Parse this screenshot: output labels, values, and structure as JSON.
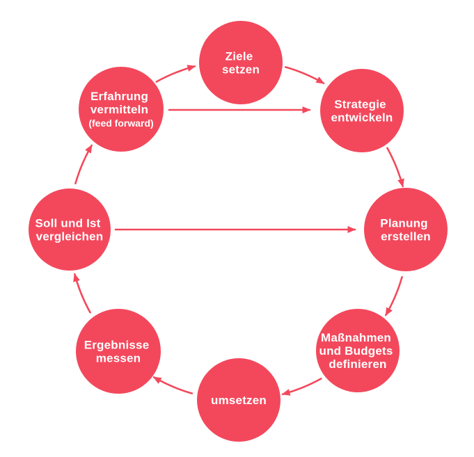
{
  "diagram": {
    "type": "cycle",
    "language": "de",
    "background_color": "#ffffff",
    "accent_color": "#f3485c",
    "text_color": "#ffffff",
    "nodes": [
      {
        "id": "ziele-setzen",
        "label": "Ziele setzen",
        "lines": [
          "Ziele",
          "setzen"
        ]
      },
      {
        "id": "strategie-entwickeln",
        "label": "Strategie entwickeln",
        "lines": [
          "Strategie",
          "entwickeln"
        ]
      },
      {
        "id": "planung-erstellen",
        "label": "Planung erstellen",
        "lines": [
          "Planung",
          "erstellen"
        ]
      },
      {
        "id": "massnahmen-und-budgets-definieren",
        "label": "Maßnahmen und Budgets definieren",
        "lines": [
          "Maßnahmen",
          "und Budgets",
          "definieren"
        ]
      },
      {
        "id": "umsetzen",
        "label": "umsetzen",
        "lines": [
          "umsetzen"
        ]
      },
      {
        "id": "ergebnisse-messen",
        "label": "Ergebnisse messen",
        "lines": [
          "Ergebnisse",
          "messen"
        ]
      },
      {
        "id": "soll-und-ist-vergleichen",
        "label": "Soll und Ist vergleichen",
        "lines": [
          "Soll und Ist",
          "vergleichen"
        ]
      },
      {
        "id": "erfahrung-vermitteln",
        "label": "Erfahrung vermitteln (feed forward)",
        "lines": [
          "Erfahrung",
          "vermitteln",
          "(feed forward)"
        ]
      }
    ],
    "connections": [
      {
        "from": "Ziele setzen",
        "to": "Strategie entwickeln",
        "style": "curved"
      },
      {
        "from": "Strategie entwickeln",
        "to": "Planung erstellen",
        "style": "curved"
      },
      {
        "from": "Planung erstellen",
        "to": "Maßnahmen und Budgets definieren",
        "style": "curved"
      },
      {
        "from": "Maßnahmen und Budgets definieren",
        "to": "umsetzen",
        "style": "curved"
      },
      {
        "from": "umsetzen",
        "to": "Ergebnisse messen",
        "style": "curved"
      },
      {
        "from": "Ergebnisse messen",
        "to": "Soll und Ist vergleichen",
        "style": "curved"
      },
      {
        "from": "Soll und Ist vergleichen",
        "to": "Erfahrung vermitteln (feed forward)",
        "style": "curved"
      },
      {
        "from": "Erfahrung vermitteln (feed forward)",
        "to": "Ziele setzen",
        "style": "curved"
      },
      {
        "from": "Erfahrung vermitteln (feed forward)",
        "to": "Strategie entwickeln",
        "style": "straight"
      },
      {
        "from": "Soll und Ist vergleichen",
        "to": "Planung erstellen",
        "style": "straight"
      }
    ]
  }
}
